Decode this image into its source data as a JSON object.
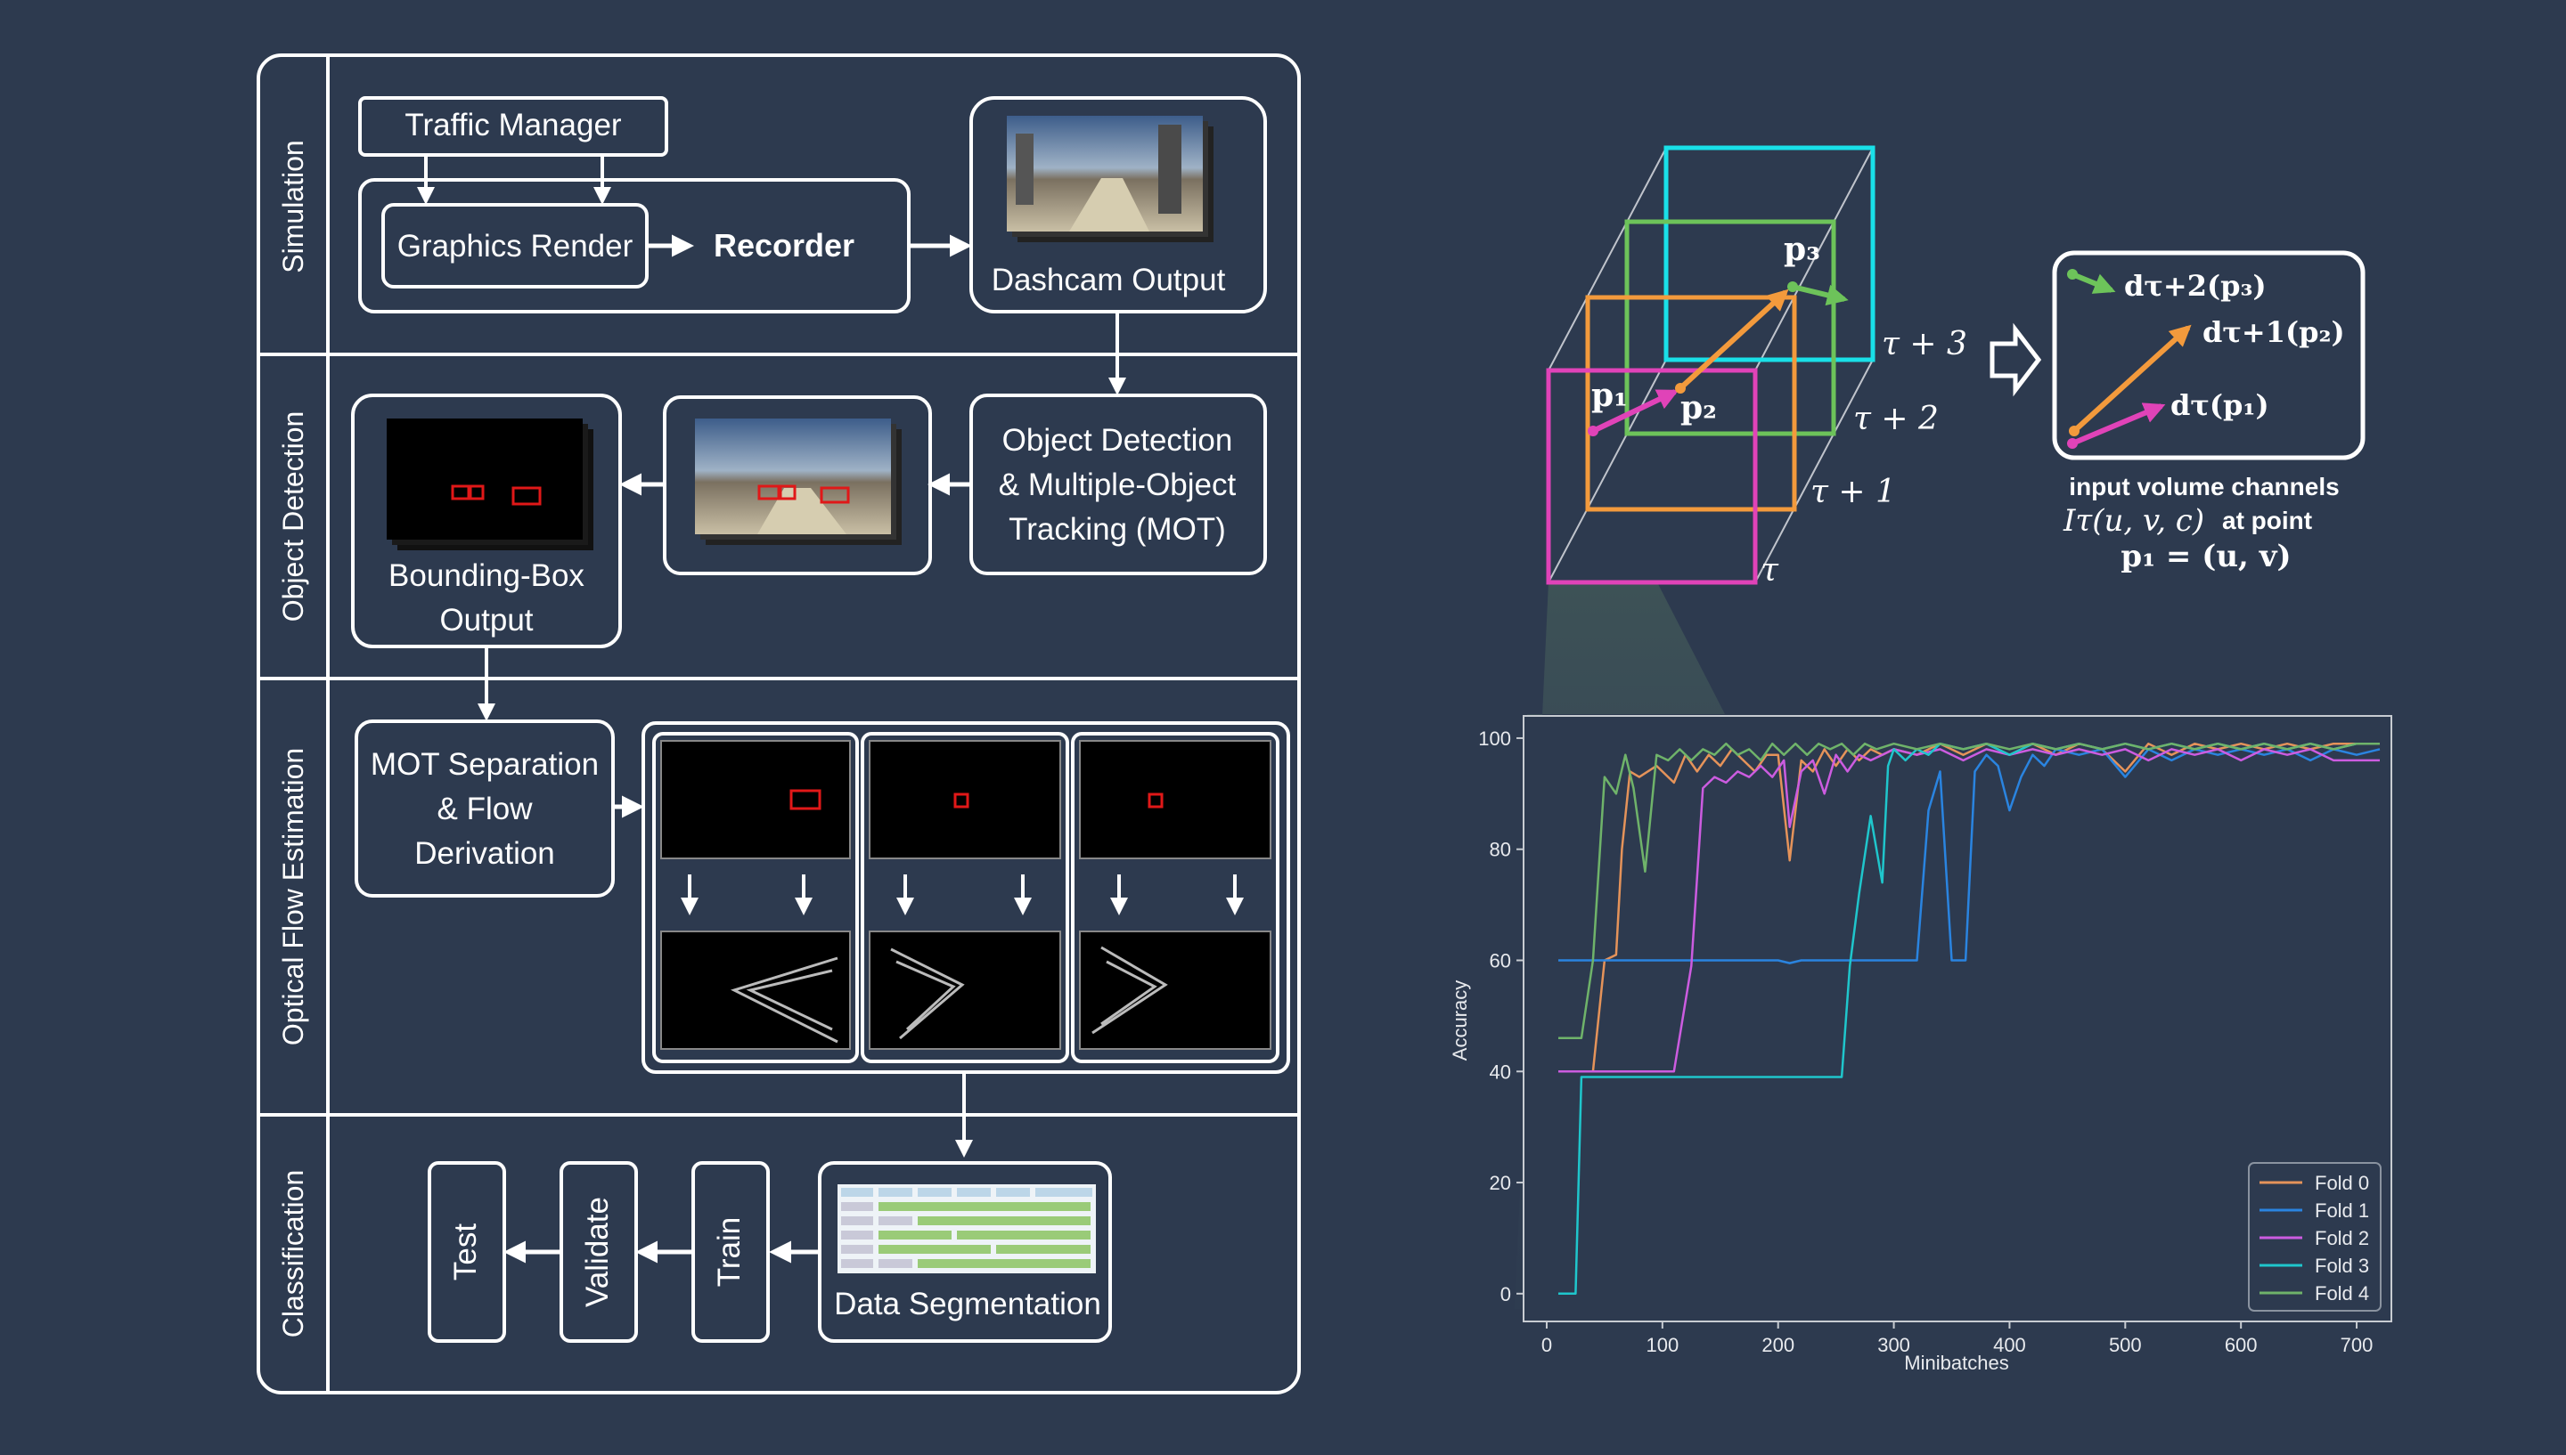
{
  "pipeline": {
    "sections": {
      "simulation": "Simulation",
      "object_detection": "Object Detection",
      "optical_flow": "Optical Flow Estimation",
      "classification": "Classification"
    },
    "traffic_manager": "Traffic Manager",
    "graphics_render": "Graphics Render",
    "recorder": "Recorder",
    "dashcam_output": "Dashcam Output",
    "object_detection_lines": [
      "Object Detection",
      "& Multiple-Object",
      "Tracking (MOT)"
    ],
    "bbox_output_lines": [
      "Bounding-Box",
      "Output"
    ],
    "mot_separation_lines": [
      "MOT Separation",
      "& Flow",
      "Derivation"
    ],
    "data_segmentation": "Data Segmentation",
    "train": "Train",
    "validate": "Validate",
    "test": "Test"
  },
  "volume": {
    "tau_labels": [
      "τ + 3",
      "τ + 2",
      "τ + 1",
      "τ"
    ],
    "points": [
      "p₁",
      "p₂",
      "p₃"
    ],
    "flow_vectors": [
      "dτ+2(p₃)",
      "dτ+1(p₂)",
      "dτ(p₁)"
    ],
    "caption_line1": "input volume channels",
    "caption_line2a": "Iτ(u, v, c)",
    "caption_line2b": "at point",
    "caption_line3": "p₁ = (u, v)",
    "colors": {
      "cyan": "#19e0e8",
      "green": "#6dc35a",
      "orange": "#f39a3c",
      "magenta": "#e043b8"
    }
  },
  "chart_data": {
    "type": "line",
    "title": "",
    "xlabel": "Minibatches",
    "ylabel": "Accuracy",
    "xlim": [
      -20,
      730
    ],
    "ylim": [
      -5,
      104
    ],
    "xticks": [
      0,
      100,
      200,
      300,
      400,
      500,
      600,
      700
    ],
    "yticks": [
      0,
      20,
      40,
      60,
      80,
      100
    ],
    "legend_position": "bottom-right",
    "series": [
      {
        "name": "Fold 0",
        "color": "#e5935a",
        "points": [
          [
            10,
            40
          ],
          [
            40,
            40
          ],
          [
            50,
            60
          ],
          [
            60,
            61
          ],
          [
            65,
            80
          ],
          [
            72,
            94
          ],
          [
            80,
            93
          ],
          [
            95,
            95
          ],
          [
            110,
            92
          ],
          [
            120,
            97
          ],
          [
            130,
            94
          ],
          [
            140,
            97
          ],
          [
            150,
            95
          ],
          [
            160,
            98
          ],
          [
            170,
            96
          ],
          [
            180,
            94
          ],
          [
            190,
            97
          ],
          [
            200,
            97
          ],
          [
            210,
            78
          ],
          [
            220,
            96
          ],
          [
            230,
            94
          ],
          [
            240,
            98
          ],
          [
            250,
            95
          ],
          [
            260,
            98
          ],
          [
            270,
            96
          ],
          [
            280,
            98
          ],
          [
            290,
            97
          ],
          [
            300,
            98
          ],
          [
            320,
            97
          ],
          [
            340,
            99
          ],
          [
            360,
            97
          ],
          [
            380,
            99
          ],
          [
            400,
            97
          ],
          [
            420,
            99
          ],
          [
            440,
            97
          ],
          [
            460,
            99
          ],
          [
            480,
            98
          ],
          [
            500,
            94
          ],
          [
            520,
            99
          ],
          [
            540,
            97
          ],
          [
            560,
            99
          ],
          [
            580,
            98
          ],
          [
            600,
            99
          ],
          [
            620,
            98
          ],
          [
            640,
            99
          ],
          [
            660,
            98
          ],
          [
            680,
            99
          ],
          [
            700,
            99
          ],
          [
            720,
            99
          ]
        ]
      },
      {
        "name": "Fold 1",
        "color": "#2a84e0",
        "points": [
          [
            10,
            60
          ],
          [
            40,
            60
          ],
          [
            70,
            60
          ],
          [
            100,
            60
          ],
          [
            150,
            60
          ],
          [
            200,
            60
          ],
          [
            210,
            59.5
          ],
          [
            220,
            60
          ],
          [
            240,
            60
          ],
          [
            280,
            60
          ],
          [
            300,
            60
          ],
          [
            320,
            60
          ],
          [
            330,
            87
          ],
          [
            340,
            94
          ],
          [
            350,
            60
          ],
          [
            355,
            60
          ],
          [
            362,
            60
          ],
          [
            370,
            94
          ],
          [
            380,
            97
          ],
          [
            390,
            95
          ],
          [
            400,
            87
          ],
          [
            410,
            93
          ],
          [
            420,
            97
          ],
          [
            430,
            95
          ],
          [
            440,
            98
          ],
          [
            460,
            97
          ],
          [
            480,
            98
          ],
          [
            500,
            93
          ],
          [
            520,
            98
          ],
          [
            540,
            96
          ],
          [
            560,
            98
          ],
          [
            580,
            97
          ],
          [
            600,
            98
          ],
          [
            620,
            97
          ],
          [
            640,
            98
          ],
          [
            660,
            96
          ],
          [
            680,
            98
          ],
          [
            700,
            97
          ],
          [
            720,
            98
          ]
        ]
      },
      {
        "name": "Fold 2",
        "color": "#cc5ce0",
        "points": [
          [
            10,
            40
          ],
          [
            50,
            40
          ],
          [
            80,
            40
          ],
          [
            110,
            40
          ],
          [
            125,
            59
          ],
          [
            135,
            91
          ],
          [
            145,
            93
          ],
          [
            155,
            92
          ],
          [
            165,
            94
          ],
          [
            175,
            93
          ],
          [
            185,
            95
          ],
          [
            195,
            93
          ],
          [
            205,
            96
          ],
          [
            210,
            84
          ],
          [
            220,
            94
          ],
          [
            230,
            96
          ],
          [
            240,
            90
          ],
          [
            250,
            97
          ],
          [
            260,
            94
          ],
          [
            270,
            97
          ],
          [
            280,
            96
          ],
          [
            290,
            97
          ],
          [
            300,
            98
          ],
          [
            320,
            97
          ],
          [
            340,
            98
          ],
          [
            360,
            96
          ],
          [
            380,
            98
          ],
          [
            400,
            97
          ],
          [
            420,
            98
          ],
          [
            440,
            97
          ],
          [
            460,
            98
          ],
          [
            480,
            97
          ],
          [
            500,
            98
          ],
          [
            520,
            96
          ],
          [
            540,
            98
          ],
          [
            560,
            97
          ],
          [
            580,
            98
          ],
          [
            600,
            96
          ],
          [
            620,
            98
          ],
          [
            640,
            97
          ],
          [
            660,
            98
          ],
          [
            680,
            96
          ],
          [
            700,
            96
          ],
          [
            720,
            96
          ]
        ]
      },
      {
        "name": "Fold 3",
        "color": "#1fc6cc",
        "points": [
          [
            10,
            0
          ],
          [
            25,
            0
          ],
          [
            30,
            39
          ],
          [
            60,
            39
          ],
          [
            100,
            39
          ],
          [
            150,
            39
          ],
          [
            200,
            39
          ],
          [
            250,
            39
          ],
          [
            255,
            39
          ],
          [
            262,
            59
          ],
          [
            270,
            72
          ],
          [
            280,
            86
          ],
          [
            285,
            80
          ],
          [
            290,
            74
          ],
          [
            295,
            95
          ],
          [
            300,
            98
          ],
          [
            310,
            96
          ],
          [
            320,
            98
          ],
          [
            330,
            97
          ],
          [
            340,
            99
          ],
          [
            360,
            98
          ],
          [
            380,
            99
          ],
          [
            400,
            97
          ],
          [
            420,
            99
          ],
          [
            440,
            98
          ],
          [
            460,
            99
          ],
          [
            480,
            98
          ],
          [
            500,
            99
          ],
          [
            520,
            98
          ],
          [
            540,
            99
          ],
          [
            560,
            98
          ],
          [
            580,
            99
          ],
          [
            600,
            98
          ],
          [
            620,
            99
          ],
          [
            640,
            98
          ],
          [
            660,
            99
          ],
          [
            680,
            98
          ],
          [
            700,
            99
          ],
          [
            720,
            99
          ]
        ]
      },
      {
        "name": "Fold 4",
        "color": "#6fb36a",
        "points": [
          [
            10,
            46
          ],
          [
            30,
            46
          ],
          [
            40,
            60
          ],
          [
            50,
            93
          ],
          [
            60,
            90
          ],
          [
            68,
            97
          ],
          [
            75,
            91
          ],
          [
            85,
            76
          ],
          [
            95,
            97
          ],
          [
            105,
            96
          ],
          [
            115,
            98
          ],
          [
            125,
            96
          ],
          [
            135,
            98
          ],
          [
            145,
            97
          ],
          [
            155,
            99
          ],
          [
            165,
            97
          ],
          [
            175,
            98
          ],
          [
            185,
            96
          ],
          [
            195,
            99
          ],
          [
            205,
            97
          ],
          [
            215,
            99
          ],
          [
            225,
            97
          ],
          [
            235,
            99
          ],
          [
            245,
            98
          ],
          [
            255,
            99
          ],
          [
            265,
            97
          ],
          [
            275,
            99
          ],
          [
            285,
            98
          ],
          [
            300,
            99
          ],
          [
            320,
            98
          ],
          [
            340,
            99
          ],
          [
            360,
            98
          ],
          [
            380,
            99
          ],
          [
            400,
            98
          ],
          [
            420,
            99
          ],
          [
            440,
            98
          ],
          [
            460,
            99
          ],
          [
            480,
            98
          ],
          [
            500,
            99
          ],
          [
            520,
            98
          ],
          [
            540,
            99
          ],
          [
            560,
            98
          ],
          [
            580,
            99
          ],
          [
            600,
            98
          ],
          [
            620,
            99
          ],
          [
            640,
            98
          ],
          [
            660,
            99
          ],
          [
            680,
            98
          ],
          [
            700,
            99
          ],
          [
            720,
            99
          ]
        ]
      }
    ]
  }
}
